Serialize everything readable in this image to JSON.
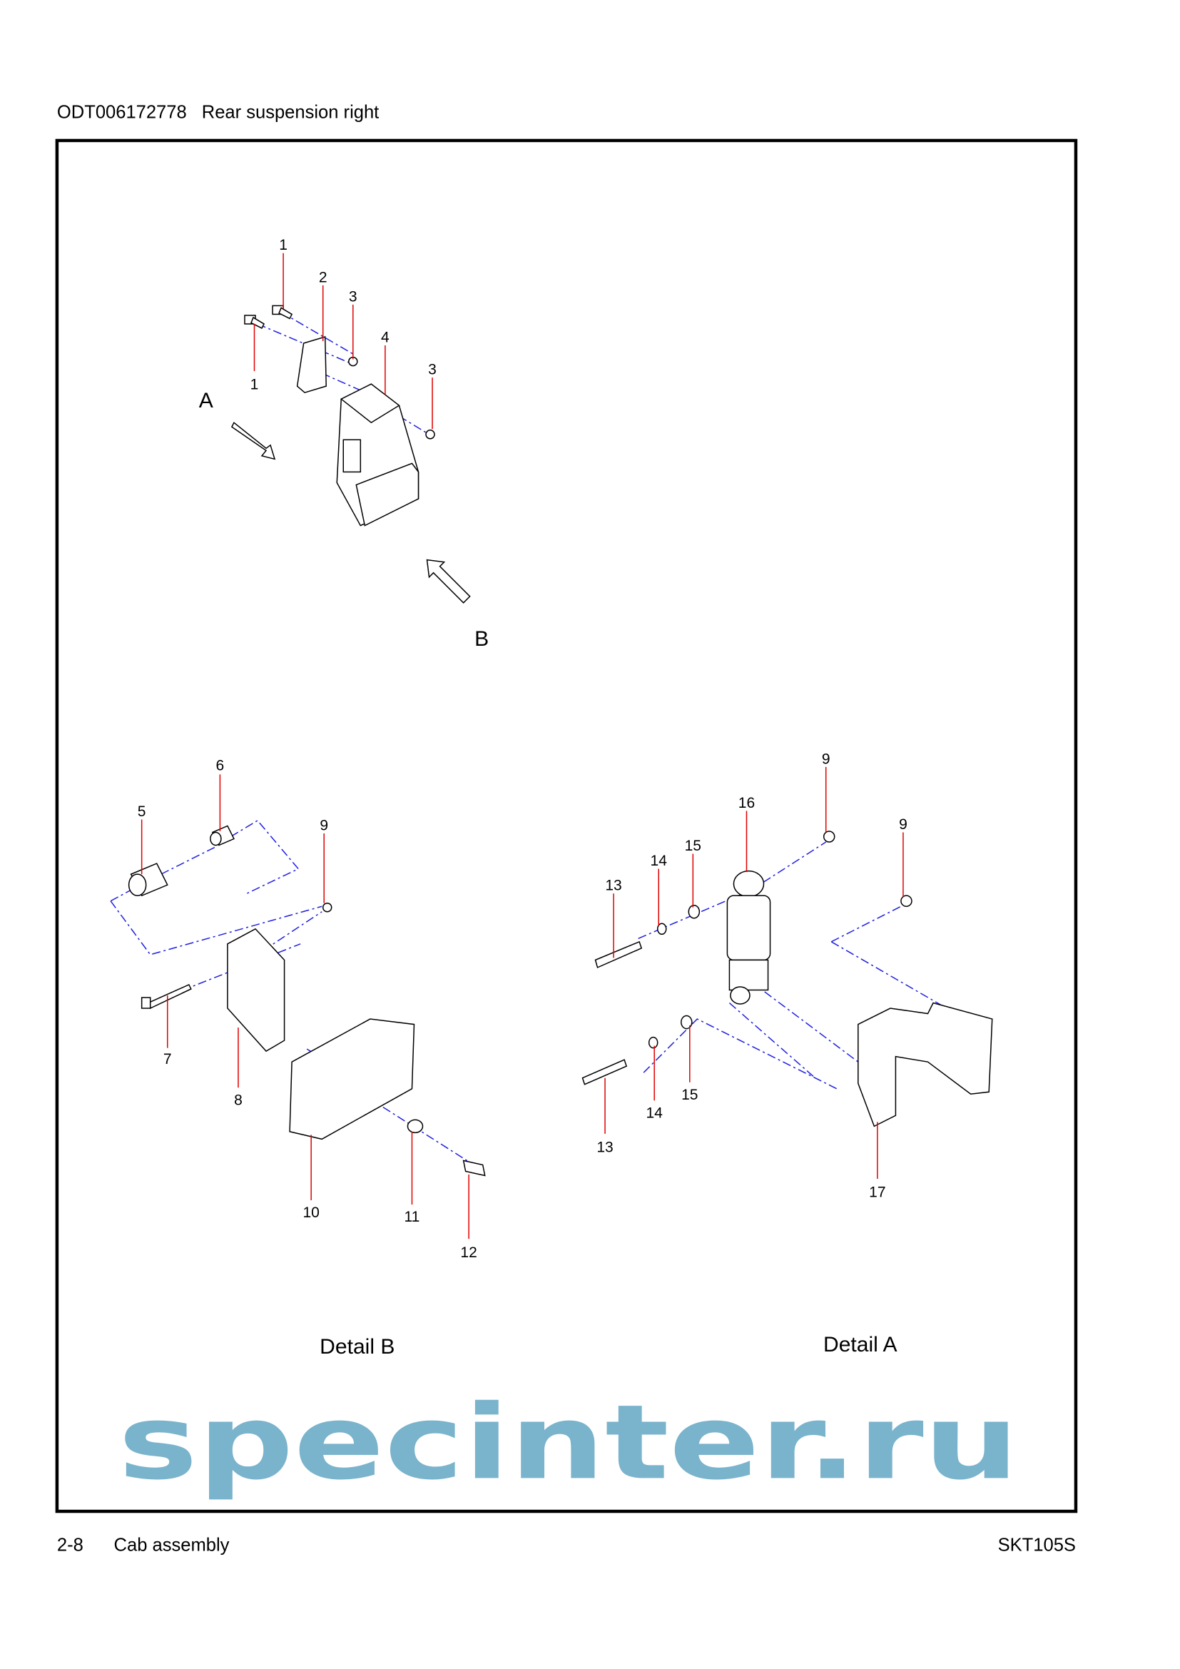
{
  "header": {
    "code": "ODT006172778",
    "title": "Rear suspension right"
  },
  "footer": {
    "page": "2-8",
    "section": "Cab assembly",
    "model": "SKT105S"
  },
  "views": {
    "a": "A",
    "b": "B",
    "detail_a": "Detail A",
    "detail_b": "Detail B"
  },
  "callouts": {
    "c1a": "1",
    "c1b": "1",
    "c2": "2",
    "c3a": "3",
    "c3b": "3",
    "c4": "4",
    "c5": "5",
    "c6": "6",
    "c7": "7",
    "c8": "8",
    "c9a": "9",
    "c9b": "9",
    "c9c": "9",
    "c10": "10",
    "c11": "11",
    "c12": "12",
    "c13a": "13",
    "c13b": "13",
    "c14a": "14",
    "c14b": "14",
    "c15a": "15",
    "c15b": "15",
    "c16": "16",
    "c17": "17"
  },
  "watermark": "specinter.ru"
}
